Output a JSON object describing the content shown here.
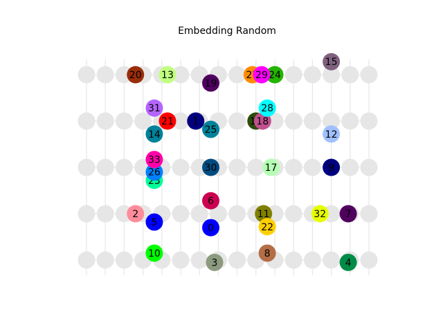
{
  "chart_data": {
    "type": "scatter",
    "title": "Embedding Random",
    "xlabel": "",
    "ylabel": "",
    "axes_visible": false,
    "grid": false,
    "background_color": "#e6e6e6",
    "background_lattice": {
      "columns": [
        0,
        1,
        2,
        3,
        4,
        5,
        6,
        7,
        8,
        9,
        10,
        11,
        12,
        13,
        14,
        15
      ],
      "rows": [
        0,
        1,
        2,
        3,
        4
      ]
    },
    "nodes": [
      {
        "label": "0",
        "x": 6.6,
        "y": 0.7,
        "color": "#0000ff"
      },
      {
        "label": "1",
        "x": 5.8,
        "y": 3.0,
        "color": "#00007f"
      },
      {
        "label": "2",
        "x": 2.6,
        "y": 1.0,
        "color": "#ff8c9a"
      },
      {
        "label": "3",
        "x": 6.8,
        "y": -0.05,
        "color": "#8c9a7f"
      },
      {
        "label": "4",
        "x": 13.9,
        "y": -0.05,
        "color": "#008c46"
      },
      {
        "label": "5",
        "x": 3.6,
        "y": 0.82,
        "color": "#0000ff"
      },
      {
        "label": "6",
        "x": 6.6,
        "y": 1.28,
        "color": "#cc0050"
      },
      {
        "label": "7",
        "x": 13.9,
        "y": 1.0,
        "color": "#50005f"
      },
      {
        "label": "8",
        "x": 9.6,
        "y": 0.15,
        "color": "#b46e46"
      },
      {
        "label": "9",
        "x": 13.0,
        "y": 2.0,
        "color": "#00007f"
      },
      {
        "label": "10",
        "x": 3.6,
        "y": 0.15,
        "color": "#00ff00"
      },
      {
        "label": "11",
        "x": 9.4,
        "y": 1.0,
        "color": "#808000"
      },
      {
        "label": "12",
        "x": 13.0,
        "y": 2.72,
        "color": "#a0c0ff"
      },
      {
        "label": "13",
        "x": 4.3,
        "y": 4.0,
        "color": "#c0ff80"
      },
      {
        "label": "14",
        "x": 3.6,
        "y": 2.72,
        "color": "#00829a"
      },
      {
        "label": "15",
        "x": 13.0,
        "y": 4.28,
        "color": "#80607f"
      },
      {
        "label": "16",
        "x": 9.0,
        "y": 3.0,
        "color": "#2d4b0a"
      },
      {
        "label": "17",
        "x": 9.8,
        "y": 2.0,
        "color": "#b4ffb4"
      },
      {
        "label": "18",
        "x": 9.35,
        "y": 3.0,
        "color": "#c05090"
      },
      {
        "label": "19",
        "x": 6.6,
        "y": 3.82,
        "color": "#50005f"
      },
      {
        "label": "20",
        "x": 2.6,
        "y": 4.0,
        "color": "#9a2d0a"
      },
      {
        "label": "21",
        "x": 4.3,
        "y": 3.0,
        "color": "#ff0000"
      },
      {
        "label": "22",
        "x": 9.6,
        "y": 0.72,
        "color": "#ffd000"
      },
      {
        "label": "23",
        "x": 3.6,
        "y": 1.72,
        "color": "#00ff9a"
      },
      {
        "label": "24",
        "x": 10.0,
        "y": 4.0,
        "color": "#24b400"
      },
      {
        "label": "25",
        "x": 6.6,
        "y": 2.82,
        "color": "#00829a"
      },
      {
        "label": "26",
        "x": 3.6,
        "y": 1.9,
        "color": "#0080ff"
      },
      {
        "label": "27",
        "x": 8.8,
        "y": 4.0,
        "color": "#ff8c00"
      },
      {
        "label": "28",
        "x": 9.6,
        "y": 3.28,
        "color": "#00ffff"
      },
      {
        "label": "29",
        "x": 9.3,
        "y": 4.0,
        "color": "#ff00ff"
      },
      {
        "label": "30",
        "x": 6.6,
        "y": 2.0,
        "color": "#004b80"
      },
      {
        "label": "31",
        "x": 3.6,
        "y": 3.28,
        "color": "#b464ff"
      },
      {
        "label": "32",
        "x": 12.4,
        "y": 1.0,
        "color": "#e6ff00"
      },
      {
        "label": "33",
        "x": 3.6,
        "y": 2.17,
        "color": "#ff00aa"
      }
    ]
  }
}
